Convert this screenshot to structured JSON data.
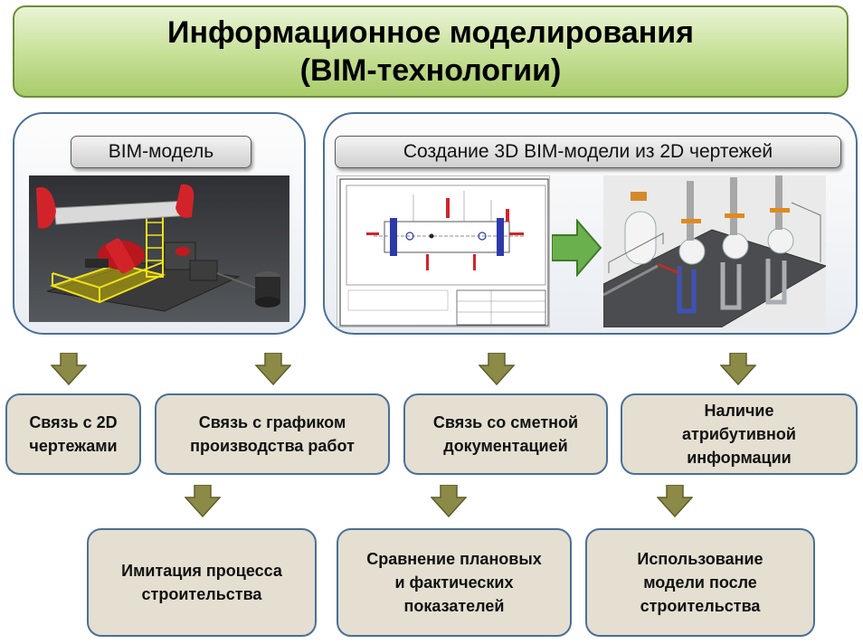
{
  "title": {
    "line1": "Информационное моделирования",
    "line2": "(BIM-технологии)"
  },
  "left_panel": {
    "label": "BIM-модель",
    "image_icon": "pump-jack-3d-model-icon"
  },
  "right_panel": {
    "label": "Создание 3D BIM-модели из 2D чертежей",
    "drawing_icon": "2d-drawing-icon",
    "model_icon": "3d-piping-model-icon",
    "arrow_icon": "green-right-arrow-icon"
  },
  "row1": [
    {
      "line1": "Связь с 2D",
      "line2": "чертежами"
    },
    {
      "line1": "Связь с графиком",
      "line2": "производства работ"
    },
    {
      "line1": "Связь со сметной",
      "line2": "документацией"
    },
    {
      "line1": "Наличие",
      "line2": "атрибутивной",
      "line3": "информации"
    }
  ],
  "row2": [
    {
      "line1": "Имитация процесса",
      "line2": "строительства"
    },
    {
      "line1": "Сравнение плановых",
      "line2": "и фактических",
      "line3": "показателей"
    },
    {
      "line1": "Использование",
      "line2": "модели после",
      "line3": "строительства"
    }
  ],
  "colors": {
    "title_green": "#a9cc6a",
    "panel_border": "#4a6f98",
    "box_fill": "#e4dfd0",
    "arrow_olive": "#8b8a47",
    "arrow_green": "#6ab04c"
  }
}
